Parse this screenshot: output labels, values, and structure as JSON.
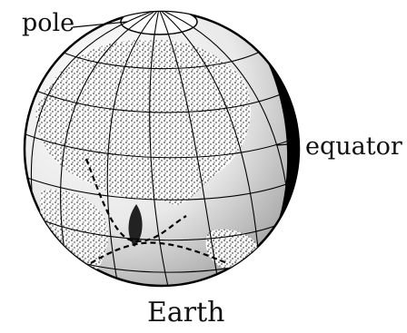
{
  "diagram": {
    "labels": {
      "pole": "pole",
      "equator": "equator",
      "caption": "Earth"
    },
    "colors": {
      "ink": "#111111",
      "paper": "#ffffff"
    }
  }
}
